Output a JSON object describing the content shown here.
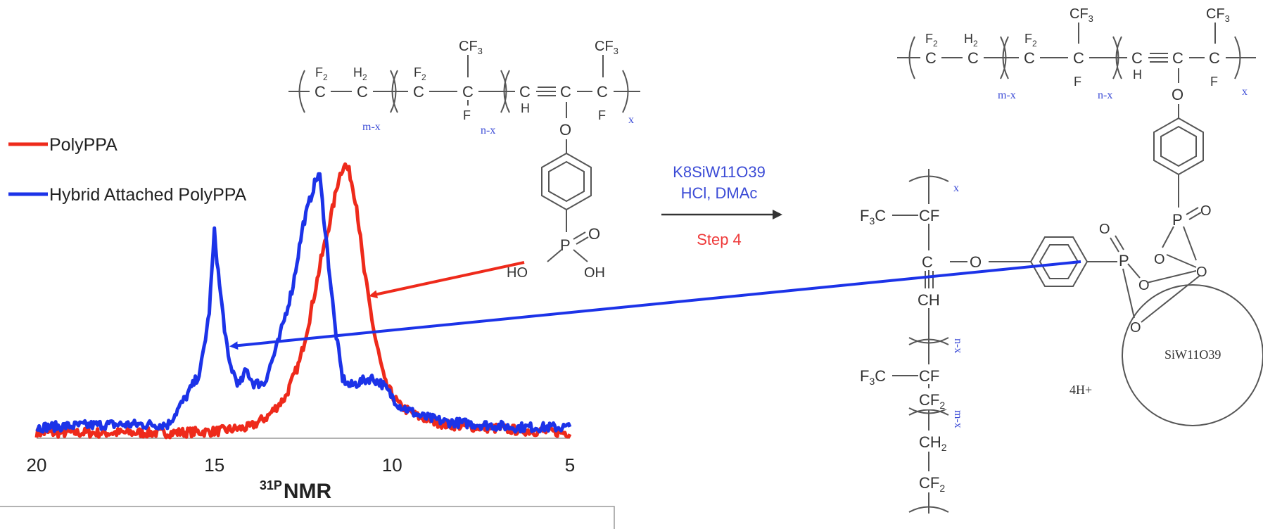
{
  "chart_data": {
    "type": "line",
    "xlabel": "NMR",
    "xlabel_superscript": "31P",
    "xlim": [
      20,
      5
    ],
    "x_ticks": [
      "20",
      "15",
      "10",
      "5"
    ],
    "legend": {
      "placement": "top-left"
    },
    "series": [
      {
        "name": "PolyPPA",
        "color": "#ee2a1b",
        "x": [
          20,
          17,
          16.2,
          15,
          14,
          13.5,
          13.0,
          12.6,
          12.3,
          12.0,
          11.7,
          11.5,
          11.35,
          11.2,
          11.0,
          10.8,
          10.5,
          10.2,
          9.8,
          9.3,
          8.5,
          7.5,
          6.5,
          5
        ],
        "y": [
          0.02,
          0.02,
          0.02,
          0.025,
          0.04,
          0.08,
          0.15,
          0.28,
          0.45,
          0.65,
          0.82,
          0.95,
          1.0,
          0.97,
          0.85,
          0.62,
          0.38,
          0.2,
          0.12,
          0.08,
          0.05,
          0.04,
          0.03,
          0.02
        ]
      },
      {
        "name": "Hybrid Attached PolyPPA",
        "color": "#1c33e8",
        "x": [
          20,
          18,
          16.3,
          15.8,
          15.4,
          15.15,
          15.0,
          14.85,
          14.6,
          14.3,
          14.1,
          13.9,
          13.6,
          13.2,
          12.8,
          12.5,
          12.2,
          12.05,
          11.9,
          11.6,
          11.4,
          11.2,
          11.0,
          10.6,
          10.3,
          9.8,
          9.2,
          8.5,
          7.5,
          6.5,
          5
        ],
        "y": [
          0.04,
          0.05,
          0.05,
          0.15,
          0.24,
          0.45,
          0.75,
          0.55,
          0.28,
          0.19,
          0.25,
          0.2,
          0.2,
          0.35,
          0.55,
          0.78,
          0.92,
          0.97,
          0.78,
          0.4,
          0.22,
          0.19,
          0.2,
          0.22,
          0.2,
          0.12,
          0.08,
          0.06,
          0.05,
          0.04,
          0.04
        ]
      }
    ]
  },
  "reaction": {
    "reagent_line1": "K8SiW11O39",
    "reagent_line2": "HCl, DMAc",
    "step": "Step 4"
  },
  "structure_labels": {
    "m_x": "m-x",
    "n_x": "n-x",
    "x": "x",
    "cluster": "SiW11O39",
    "protons": "4H+"
  }
}
